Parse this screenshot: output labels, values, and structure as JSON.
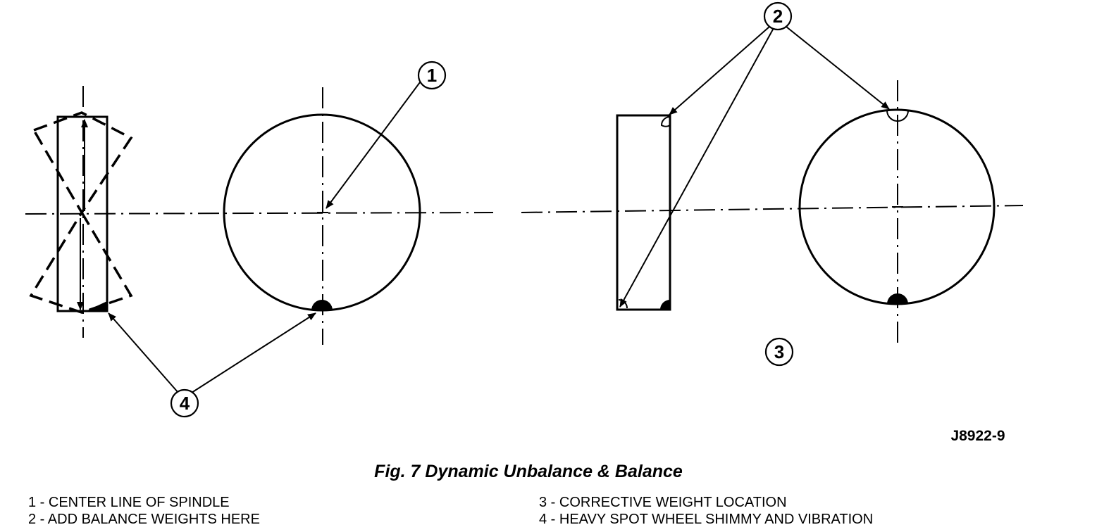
{
  "callouts": {
    "c1": "1",
    "c2": "2",
    "c3": "3",
    "c4": "4"
  },
  "figure_code": "J8922-9",
  "caption": "Fig. 7 Dynamic Unbalance & Balance",
  "legend": {
    "items": [
      "1 - CENTER LINE OF SPINDLE",
      "2 - ADD BALANCE WEIGHTS HERE",
      "3 - CORRECTIVE WEIGHT LOCATION",
      "4 - HEAVY SPOT WHEEL SHIMMY AND VIBRATION"
    ]
  }
}
